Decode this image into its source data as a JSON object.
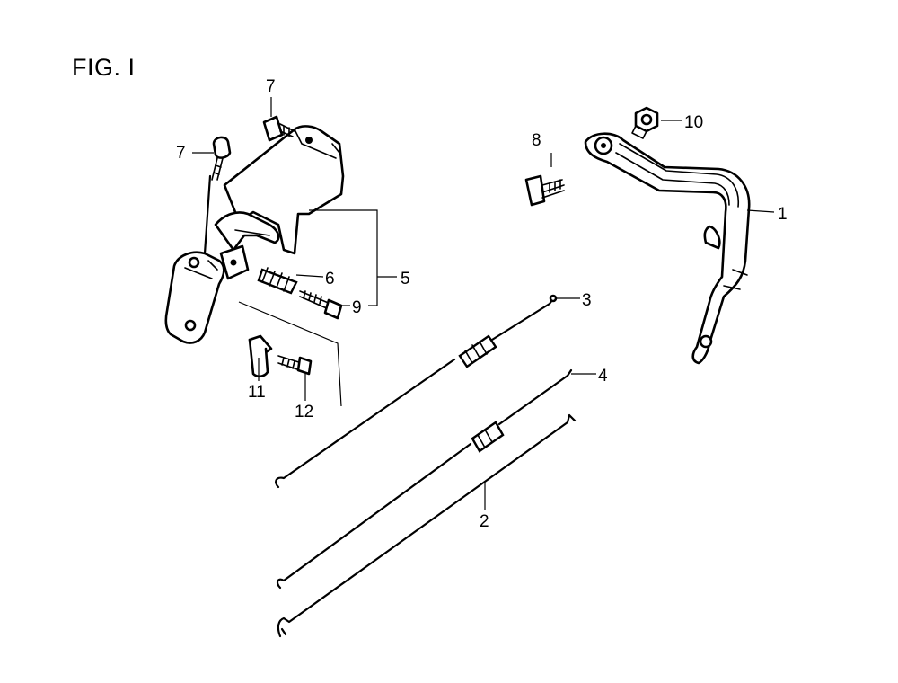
{
  "figure": {
    "title": "FIG. I"
  },
  "callouts": [
    {
      "id": "callout-1",
      "label": "1"
    },
    {
      "id": "callout-2",
      "label": "2"
    },
    {
      "id": "callout-3",
      "label": "3"
    },
    {
      "id": "callout-4",
      "label": "4"
    },
    {
      "id": "callout-5",
      "label": "5"
    },
    {
      "id": "callout-6",
      "label": "6"
    },
    {
      "id": "callout-7a",
      "label": "7"
    },
    {
      "id": "callout-7b",
      "label": "7"
    },
    {
      "id": "callout-8",
      "label": "8"
    },
    {
      "id": "callout-9",
      "label": "9"
    },
    {
      "id": "callout-10",
      "label": "10"
    },
    {
      "id": "callout-11",
      "label": "11"
    },
    {
      "id": "callout-12",
      "label": "12"
    }
  ]
}
